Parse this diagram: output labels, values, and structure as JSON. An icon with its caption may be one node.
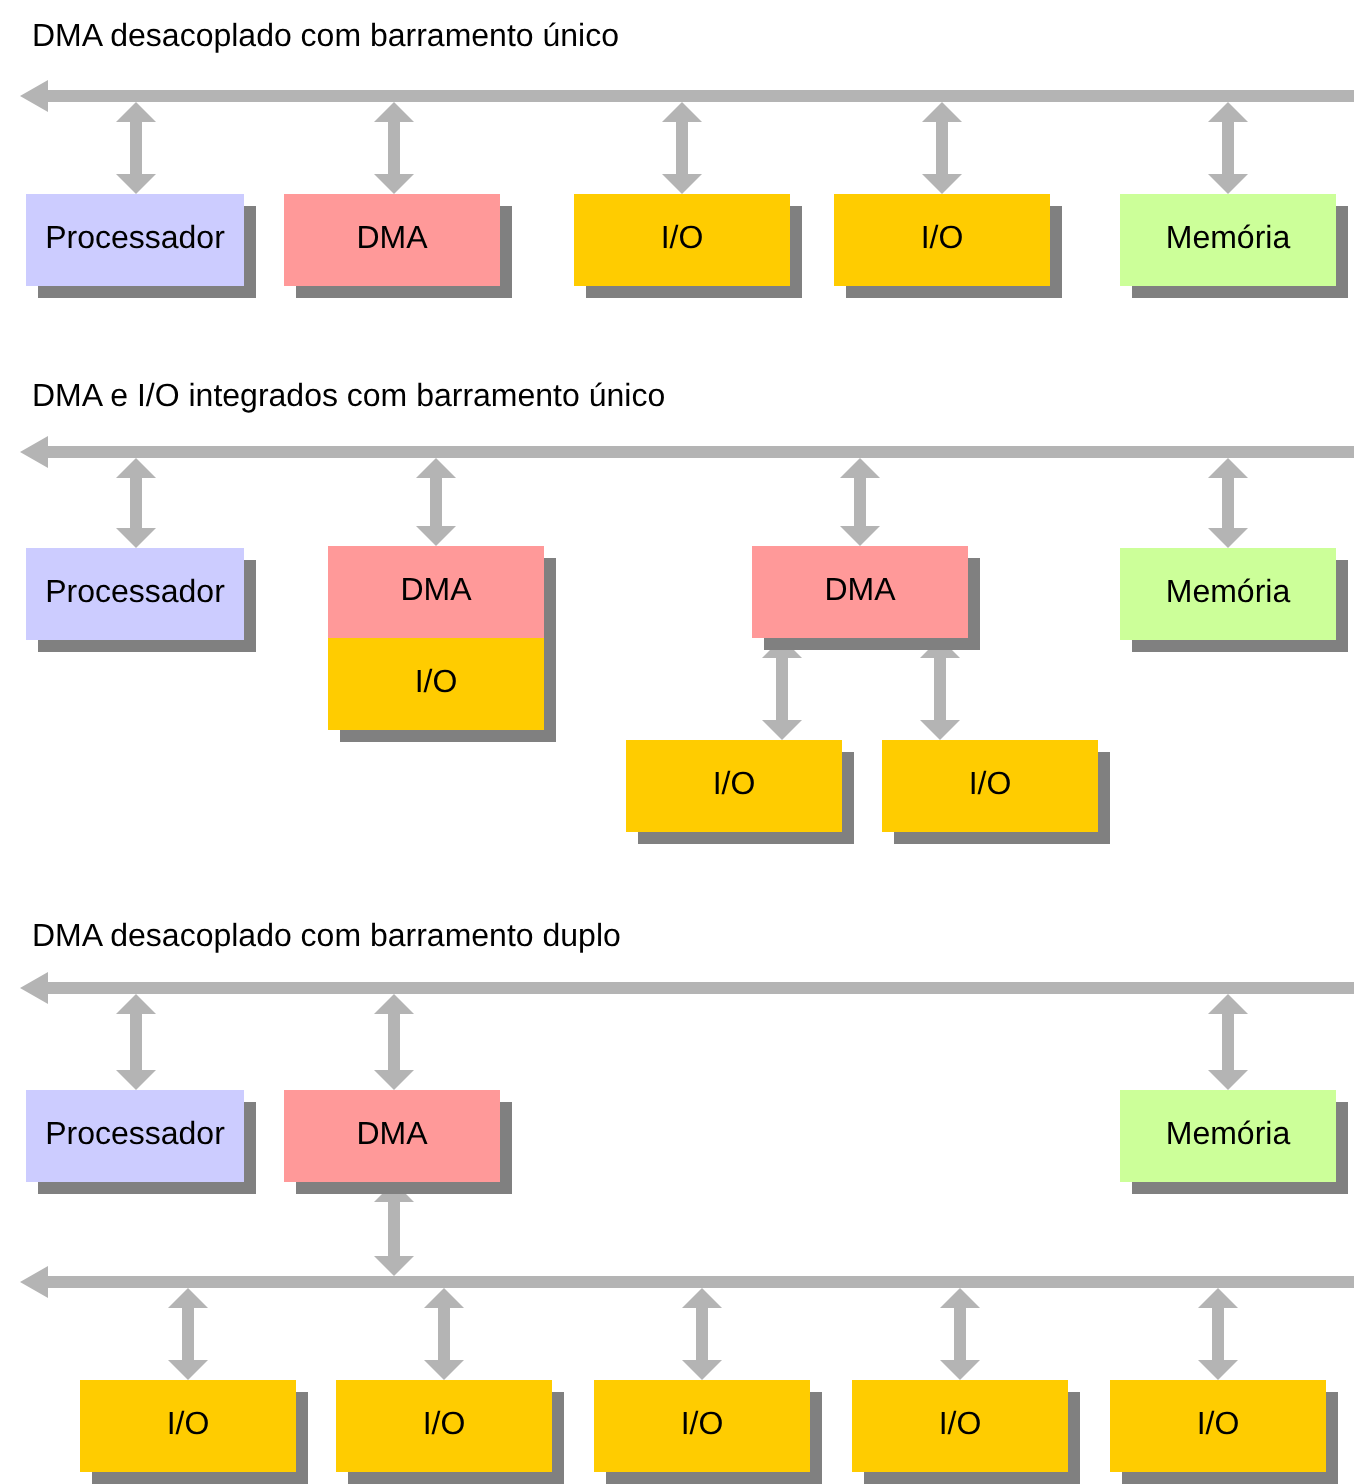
{
  "diagram": {
    "nodes": [
      {
        "text": [],
        "shape": "bar"
      },
      {
        "text": [
          "Processador"
        ]
      },
      {
        "text": [
          "DMA"
        ]
      },
      {
        "text": [
          "I/O"
        ]
      },
      {
        "text": [
          "I/O"
        ]
      },
      {
        "text": [
          "Memória"
        ]
      },
      {
        "text": [],
        "shape": "bar"
      },
      {
        "text": [
          "Processador"
        ]
      },
      {
        "text": [
          "DMA"
        ]
      },
      {
        "text": [
          "I/O"
        ]
      },
      {
        "text": [
          "DMA"
        ]
      },
      {
        "text": [
          "I/O"
        ]
      },
      {
        "text": [
          "I/O"
        ]
      },
      {
        "text": [
          "Memória"
        ]
      },
      {
        "text": [],
        "shape": "bar"
      },
      {
        "text": [
          "Processador"
        ]
      },
      {
        "text": [
          "DMA"
        ]
      },
      {
        "text": [
          "Memória"
        ]
      },
      {
        "text": [],
        "shape": "bar"
      },
      {
        "text": [
          "I/O"
        ]
      },
      {
        "text": [
          "I/O"
        ]
      },
      {
        "text": [
          "I/O"
        ]
      },
      {
        "text": [
          "I/O"
        ]
      },
      {
        "text": [
          "I/O"
        ]
      }
    ],
    "edges": [
      {
        "from": 0,
        "to": 1,
        "arrow": "both"
      },
      {
        "from": 0,
        "to": 2,
        "arrow": "both"
      },
      {
        "from": 0,
        "to": 3,
        "arrow": "both"
      },
      {
        "from": 0,
        "to": 4,
        "arrow": "both"
      },
      {
        "from": 0,
        "to": 5,
        "arrow": "both"
      },
      {
        "from": 6,
        "to": 7,
        "arrow": "both"
      },
      {
        "from": 6,
        "to": 8,
        "arrow": "both"
      },
      {
        "from": 6,
        "to": 10,
        "arrow": "both"
      },
      {
        "from": 6,
        "to": 13,
        "arrow": "both"
      },
      {
        "from": 10,
        "to": 11,
        "arrow": "both"
      },
      {
        "from": 10,
        "to": 12,
        "arrow": "both"
      },
      {
        "from": 14,
        "to": 15,
        "arrow": "both"
      },
      {
        "from": 14,
        "to": 16,
        "arrow": "both"
      },
      {
        "from": 14,
        "to": 17,
        "arrow": "both"
      },
      {
        "from": 16,
        "to": 18,
        "arrow": "both"
      },
      {
        "from": 18,
        "to": 19,
        "arrow": "both"
      },
      {
        "from": 18,
        "to": 20,
        "arrow": "both"
      },
      {
        "from": 18,
        "to": 21,
        "arrow": "both"
      },
      {
        "from": 18,
        "to": 22,
        "arrow": "both"
      },
      {
        "from": 18,
        "to": 23,
        "arrow": "both"
      }
    ],
    "labels": [
      "DMA desacoplado com barramento único",
      "DMA e I/O integrados com barramento único",
      "DMA desacoplado com barramento duplo"
    ]
  }
}
